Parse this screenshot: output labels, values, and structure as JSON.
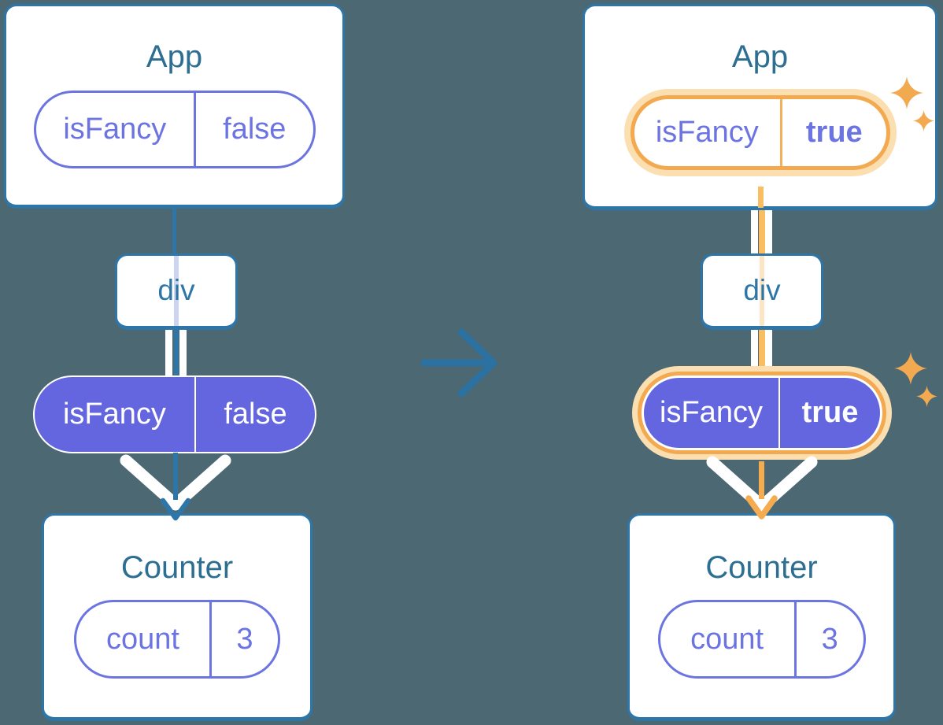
{
  "palette": {
    "background": "#4C6872",
    "card_fill": "#FFFFFF",
    "card_border_blue": "#2E76A8",
    "title_text_blue": "#2D6E93",
    "purple_outline": "#6B74E0",
    "purple_fill": "#6366DE",
    "thread_blue": "#2E76A8",
    "thread_lavender_faded": "#CBD5F0",
    "thread_orange": "#F8BE61",
    "thread_peach_faded": "#FBE5C4",
    "highlight_orange": "#F3A94F",
    "highlight_peach": "#FBDFB0",
    "sparkle_orange": "#F3A94F"
  },
  "left": {
    "app": {
      "title": "App",
      "state": {
        "key": "isFancy",
        "value": "false"
      }
    },
    "div": {
      "label": "div"
    },
    "props": {
      "key": "isFancy",
      "value": "false"
    },
    "counter": {
      "title": "Counter",
      "state": {
        "key": "count",
        "value": "3"
      }
    }
  },
  "right": {
    "app": {
      "title": "App",
      "state": {
        "key": "isFancy",
        "value": "true"
      }
    },
    "div": {
      "label": "div"
    },
    "props": {
      "key": "isFancy",
      "value": "true"
    },
    "counter": {
      "title": "Counter",
      "state": {
        "key": "count",
        "value": "3"
      }
    }
  }
}
